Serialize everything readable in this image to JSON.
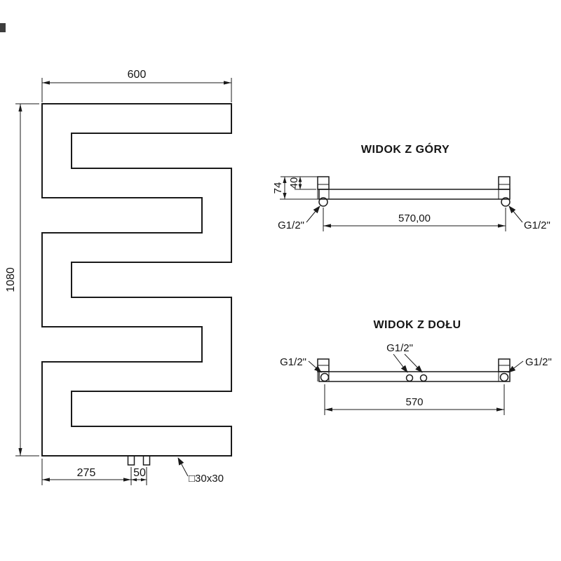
{
  "front_view": {
    "width_dim": "600",
    "height_dim": "1080",
    "offset_dim": "275",
    "spacing_dim": "50",
    "profile_label": "□30x30"
  },
  "top_view": {
    "title": "WIDOK Z GÓRY",
    "total_depth_dim": "74",
    "bracket_depth_dim": "40",
    "connection_spacing_dim": "570,00",
    "left_connection_label": "G1/2\"",
    "right_connection_label": "G1/2\""
  },
  "bottom_view": {
    "title": "WIDOK Z DOŁU",
    "center_connection_label": "G1/2\"",
    "left_connection_label": "G1/2\"",
    "right_connection_label": "G1/2\"",
    "connection_spacing_dim": "570"
  }
}
